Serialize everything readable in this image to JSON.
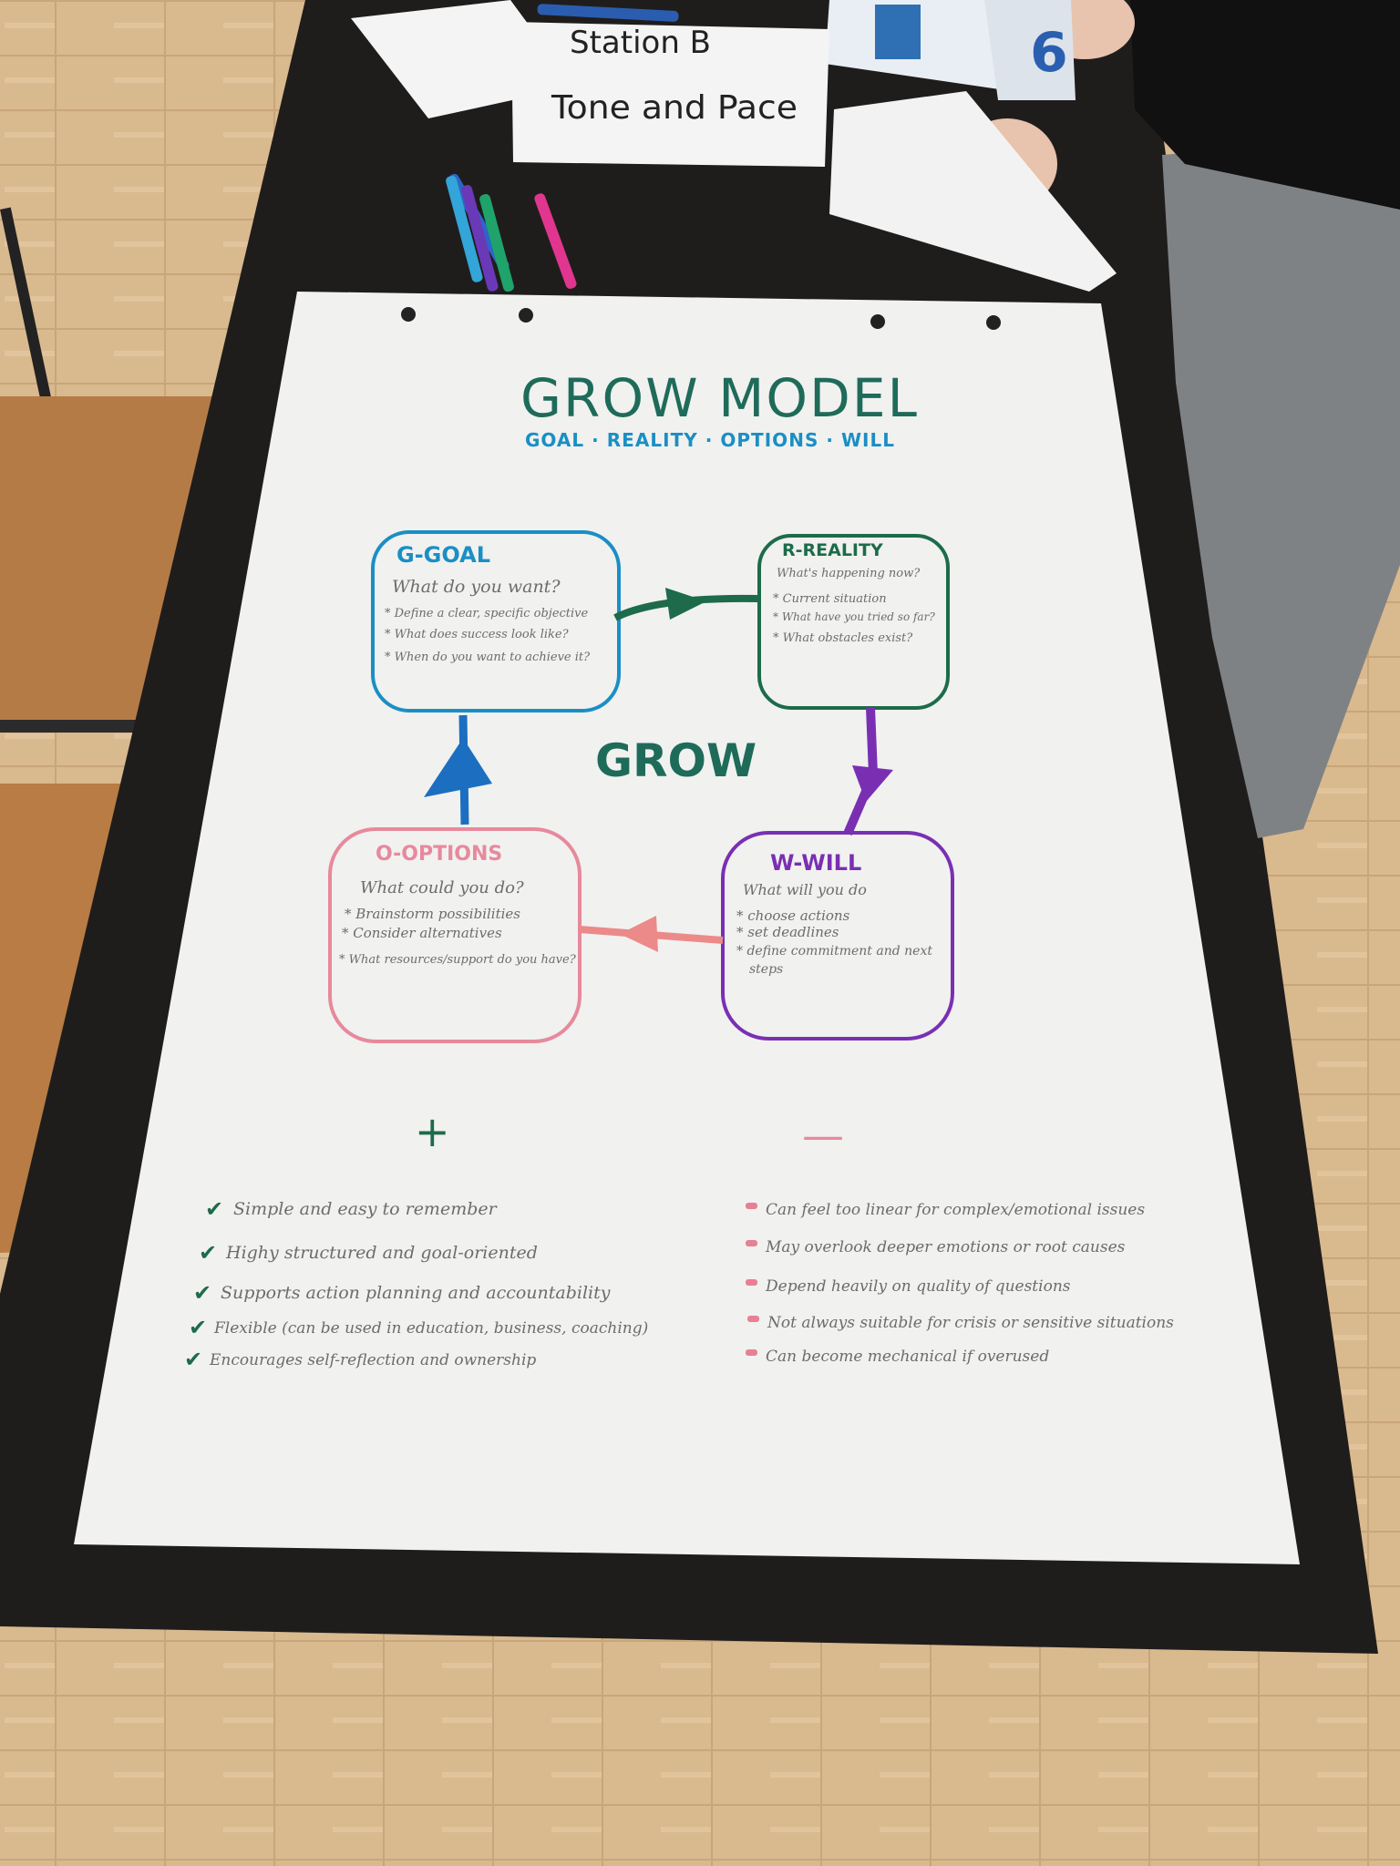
{
  "top_sheet": {
    "line1": "Station B",
    "line2": "Tone and Pace"
  },
  "card_number": "6",
  "poster": {
    "title": "GROW MODEL",
    "subtitle": "GOAL · REALITY · OPTIONS · WILL",
    "center_label": "GROW",
    "boxes": {
      "goal": {
        "heading": "G-GOAL",
        "question": "What do you want?",
        "items": [
          "* Define a clear, specific objective",
          "* What does success look like?",
          "* When do you want to achieve it?"
        ]
      },
      "reality": {
        "heading": "R-REALITY",
        "question": "What's happening now?",
        "items": [
          "* Current situation",
          "* What have you tried so far?",
          "* What obstacles exist?"
        ]
      },
      "options": {
        "heading": "O-OPTIONS",
        "question": "What could you do?",
        "items": [
          "* Brainstorm possibilities",
          "* Consider alternatives",
          "* What resources/support do you have?"
        ]
      },
      "will": {
        "heading": "W-WILL",
        "question": "What will you do",
        "items": [
          "* choose actions",
          "* set deadlines",
          "* define commitment and next",
          "steps"
        ]
      }
    },
    "pros": {
      "symbol": "+",
      "items": [
        "Simple and easy to remember",
        "Highy structured and goal-oriented",
        "Supports action planning and accountability",
        "Flexible (can be used in education, business, coaching)",
        "Encourages self-reflection and ownership"
      ]
    },
    "cons": {
      "symbol": "—",
      "items": [
        "Can feel too linear for complex/emotional issues",
        "May overlook deeper emotions or root causes",
        "Depend heavily on quality of questions",
        "Not always suitable for crisis or sensitive situations",
        "Can become mechanical if overused"
      ]
    }
  },
  "colors": {
    "goal": "#1a8fc4",
    "reality": "#1d6b4a",
    "options": "#e7899c",
    "will": "#7a2fb3",
    "title": "#1f6b5a",
    "subtitle": "#1a8fc4",
    "table": "#1f1d1c",
    "floor": "#d8b88c",
    "paper": "#f1f1f0"
  }
}
